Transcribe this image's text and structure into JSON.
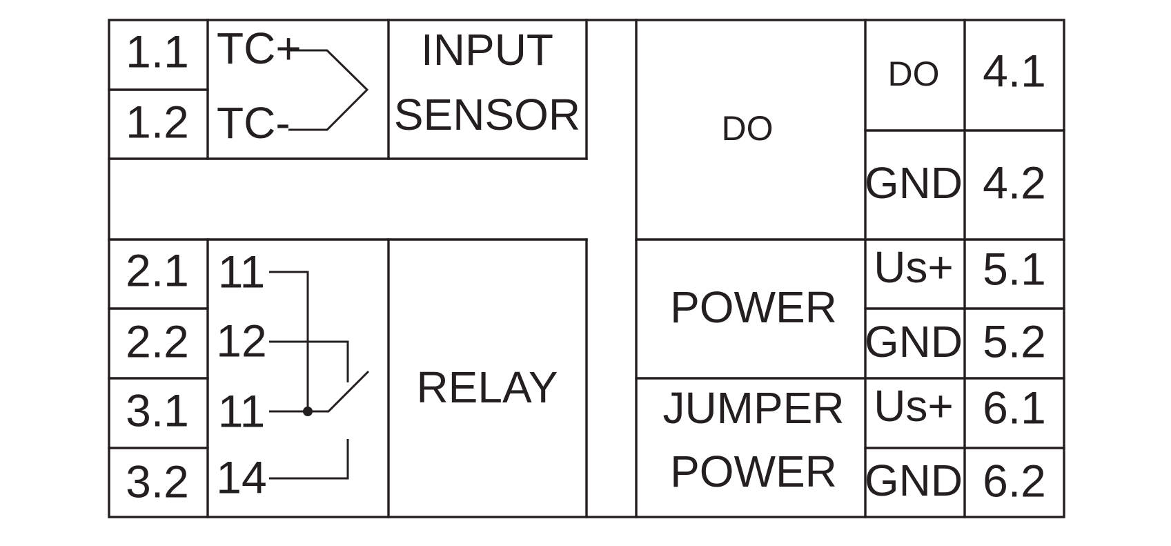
{
  "diagram": {
    "colors": {
      "line": "#231f20",
      "background": "#ffffff"
    },
    "input_block": {
      "terminals": [
        "1.1",
        "1.2"
      ],
      "signals": [
        "TC+",
        "TC-"
      ],
      "label_line1": "INPUT",
      "label_line2": "SENSOR"
    },
    "relay_block": {
      "terminals": [
        "2.1",
        "2.2",
        "3.1",
        "3.2"
      ],
      "contacts": [
        "11",
        "12",
        "11",
        "14"
      ],
      "label": "RELAY"
    },
    "do_block": {
      "label": "DO",
      "signals": [
        "DO",
        "GND"
      ],
      "terminals": [
        "4.1",
        "4.2"
      ]
    },
    "power_block": {
      "label": "POWER",
      "signals": [
        "Us+",
        "GND"
      ],
      "terminals": [
        "5.1",
        "5.2"
      ]
    },
    "jumper_block": {
      "label_line1": "JUMPER",
      "label_line2": "POWER",
      "signals": [
        "Us+",
        "GND"
      ],
      "terminals": [
        "6.1",
        "6.2"
      ]
    }
  }
}
